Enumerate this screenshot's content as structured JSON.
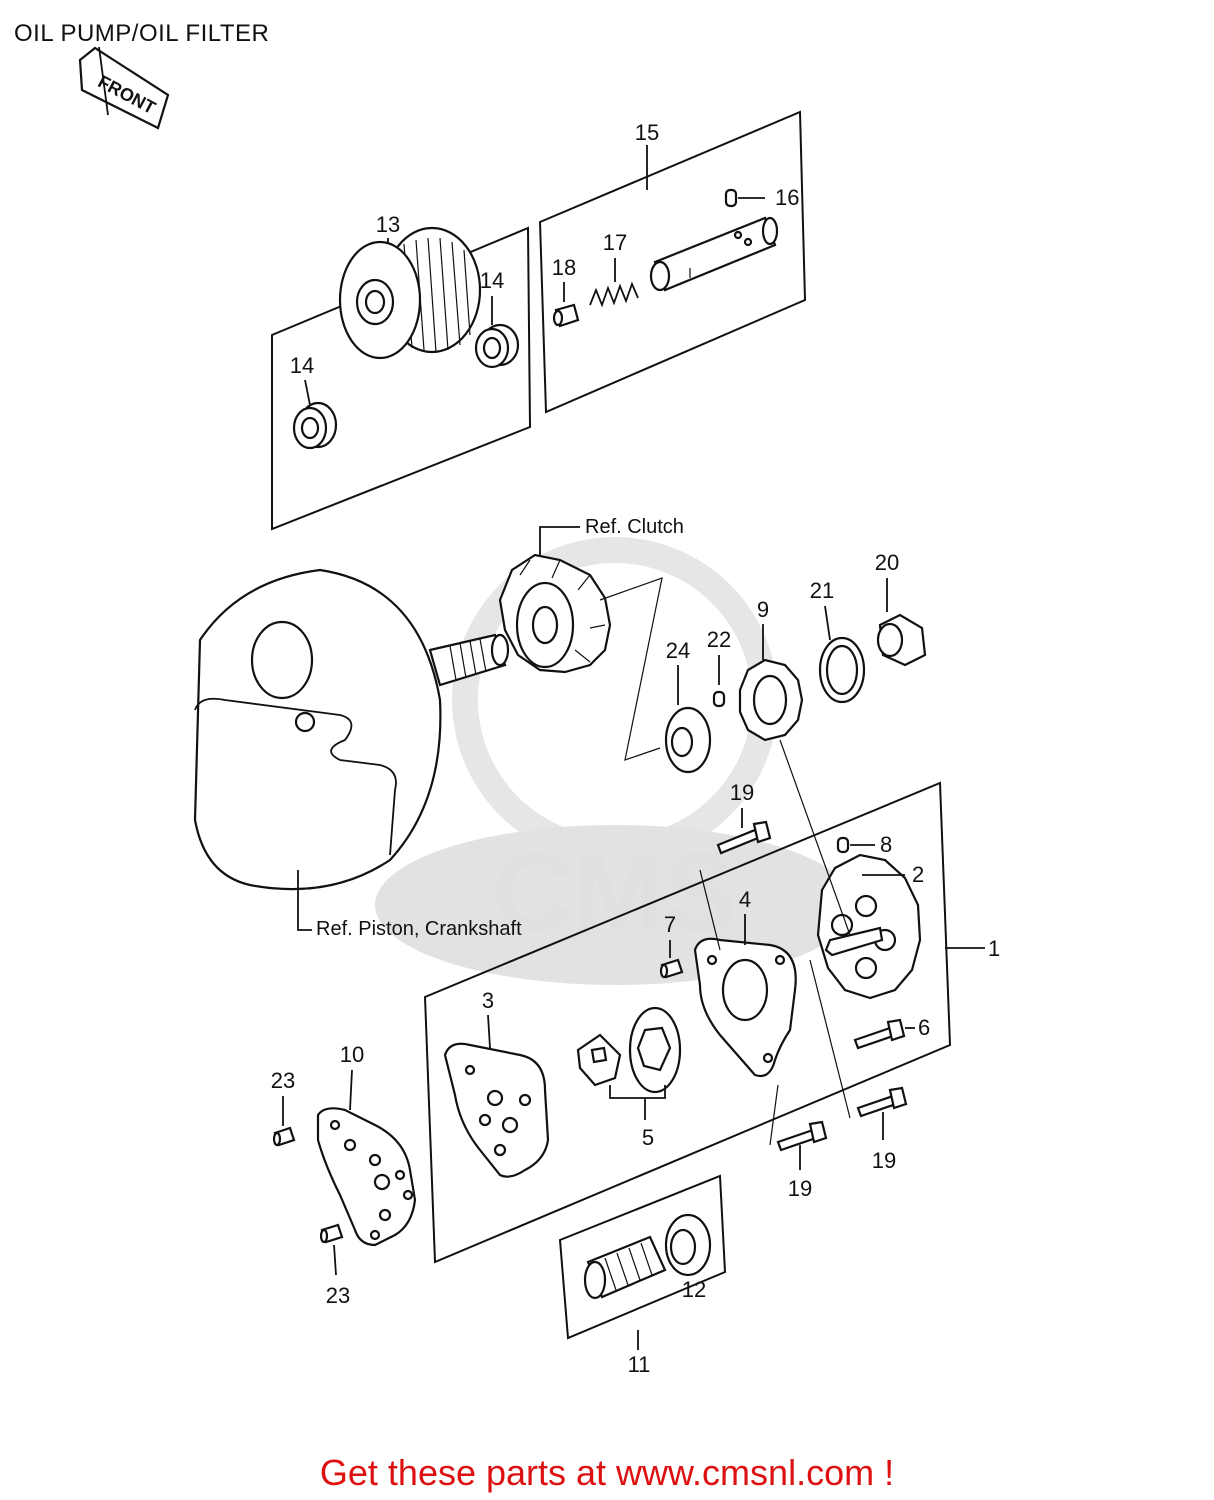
{
  "title": "OIL PUMP/OIL FILTER",
  "direction_tag": "FRONT",
  "callouts": {
    "n1": "1",
    "n2": "2",
    "n3": "3",
    "n4": "4",
    "n5": "5",
    "n6": "6",
    "n7": "7",
    "n8": "8",
    "n9": "9",
    "n10": "10",
    "n11": "11",
    "n12": "12",
    "n13": "13",
    "n14a": "14",
    "n14b": "14",
    "n15": "15",
    "n16": "16",
    "n17": "17",
    "n18": "18",
    "n19a": "19",
    "n19b": "19",
    "n19c": "19",
    "n20": "20",
    "n21": "21",
    "n22": "22",
    "n23a": "23",
    "n23b": "23",
    "n24": "24"
  },
  "references": {
    "clutch": "Ref. Clutch",
    "piston_crankshaft": "Ref. Piston, Crankshaft"
  },
  "footer": "Get these parts at www.cmsnl.com !"
}
